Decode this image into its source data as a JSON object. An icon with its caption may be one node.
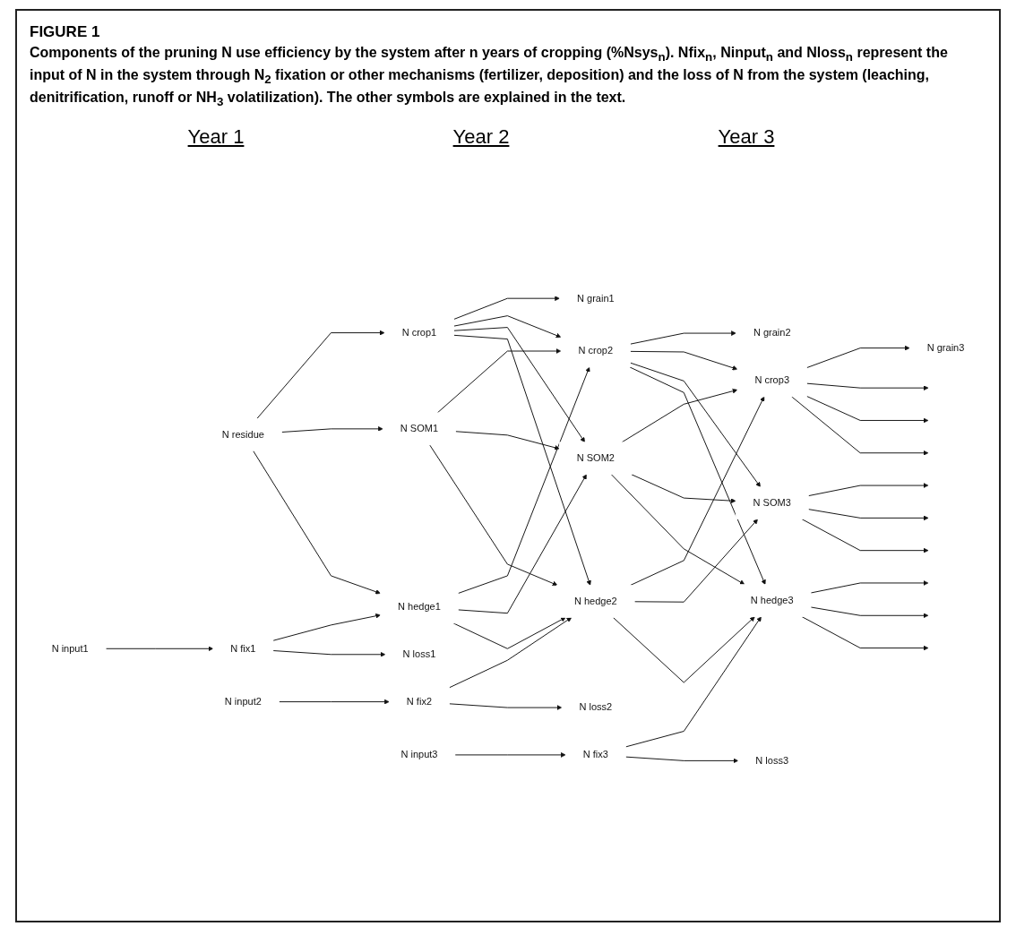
{
  "diagram": {
    "title": "FIGURE 1",
    "caption": "Components of the pruning N use efficiency by the system after n years of cropping (%Nsys$_{n}$). Nfix$_{n}$, Ninput$_{n}$ and Nloss$_{n}$ represent the input of N in the system through N$_{2}$ fixation or other mechanisms (fertilizer, deposition) and the loss of N from the system (leaching, denitrification, runoff or NH$_{3}$ volatilization). The other symbols are explained in the text.",
    "nodes": [
      {
        "text": [
          "N grain1"
        ]
      },
      {
        "text": [
          "N grain2"
        ]
      },
      {
        "text": [
          "N grain3"
        ]
      },
      {
        "text": [
          "N crop1"
        ]
      },
      {
        "text": [
          "N crop2"
        ]
      },
      {
        "text": [
          "N crop3"
        ]
      },
      {
        "text": [
          "N residue"
        ]
      },
      {
        "text": [
          "N SOM1"
        ]
      },
      {
        "text": [
          "N SOM2"
        ]
      },
      {
        "text": [
          "N SOM3"
        ]
      },
      {
        "text": [
          "N hedge1"
        ]
      },
      {
        "text": [
          "N hedge2"
        ]
      },
      {
        "text": [
          "N hedge3"
        ]
      },
      {
        "text": [
          "N fix1"
        ]
      },
      {
        "text": [
          "N fix2"
        ]
      },
      {
        "text": [
          "N fix3"
        ]
      },
      {
        "text": [
          "N loss1"
        ]
      },
      {
        "text": [
          "N loss2"
        ]
      },
      {
        "text": [
          "N loss3"
        ]
      },
      {
        "text": [
          "N input1"
        ]
      },
      {
        "text": [
          "N input2"
        ]
      },
      {
        "text": [
          "N input3"
        ]
      }
    ],
    "edges": [
      {
        "from": 6,
        "to": 3,
        "arrow": "to"
      },
      {
        "from": 6,
        "to": 7,
        "arrow": "to"
      },
      {
        "from": 6,
        "to": 10,
        "arrow": "to"
      },
      {
        "from": 3,
        "to": 0,
        "arrow": "to"
      },
      {
        "from": 13,
        "to": 10,
        "arrow": "to"
      },
      {
        "from": 19,
        "to": 13,
        "arrow": "to"
      },
      {
        "from": 13,
        "to": 16,
        "arrow": "to"
      },
      {
        "from": 3,
        "to": 4,
        "arrow": "to"
      },
      {
        "from": 3,
        "to": 8,
        "arrow": "to"
      },
      {
        "from": 3,
        "to": 11,
        "arrow": "to"
      },
      {
        "from": 7,
        "to": 4,
        "arrow": "to"
      },
      {
        "from": 7,
        "to": 8,
        "arrow": "to"
      },
      {
        "from": 7,
        "to": 11,
        "arrow": "to"
      },
      {
        "from": 10,
        "to": 4,
        "arrow": "to"
      },
      {
        "from": 10,
        "to": 8,
        "arrow": "to"
      },
      {
        "from": 10,
        "to": 11,
        "arrow": "to"
      },
      {
        "from": 4,
        "to": 1,
        "arrow": "to"
      },
      {
        "from": 14,
        "to": 11,
        "arrow": "to"
      },
      {
        "from": 20,
        "to": 14,
        "arrow": "to"
      },
      {
        "from": 14,
        "to": 17,
        "arrow": "to"
      },
      {
        "from": 4,
        "to": 5,
        "arrow": "to"
      },
      {
        "from": 4,
        "to": 9,
        "arrow": "to"
      },
      {
        "from": 4,
        "to": 12,
        "arrow": "to"
      },
      {
        "from": 8,
        "to": 5,
        "arrow": "to"
      },
      {
        "from": 8,
        "to": 9,
        "arrow": "to"
      },
      {
        "from": 8,
        "to": 12,
        "arrow": "to"
      },
      {
        "from": 11,
        "to": 5,
        "arrow": "to"
      },
      {
        "from": 11,
        "to": 9,
        "arrow": "to"
      },
      {
        "from": 11,
        "to": 12,
        "arrow": "to"
      },
      {
        "from": 5,
        "to": 2,
        "arrow": "to"
      },
      {
        "from": 15,
        "to": 12,
        "arrow": "to"
      },
      {
        "from": 21,
        "to": 15,
        "arrow": "to"
      },
      {
        "from": 15,
        "to": 18,
        "arrow": "to"
      },
      {
        "from": 5,
        "to": null,
        "arrow": "to"
      },
      {
        "from": 5,
        "to": null,
        "arrow": "to"
      },
      {
        "from": 5,
        "to": null,
        "arrow": "to"
      },
      {
        "from": 9,
        "to": null,
        "arrow": "to"
      },
      {
        "from": 9,
        "to": null,
        "arrow": "to"
      },
      {
        "from": 9,
        "to": null,
        "arrow": "to"
      },
      {
        "from": 12,
        "to": null,
        "arrow": "to"
      },
      {
        "from": 12,
        "to": null,
        "arrow": "to"
      },
      {
        "from": 12,
        "to": null,
        "arrow": "to"
      }
    ],
    "labels": [
      "Year 1",
      "Year 2",
      "Year 3"
    ]
  }
}
